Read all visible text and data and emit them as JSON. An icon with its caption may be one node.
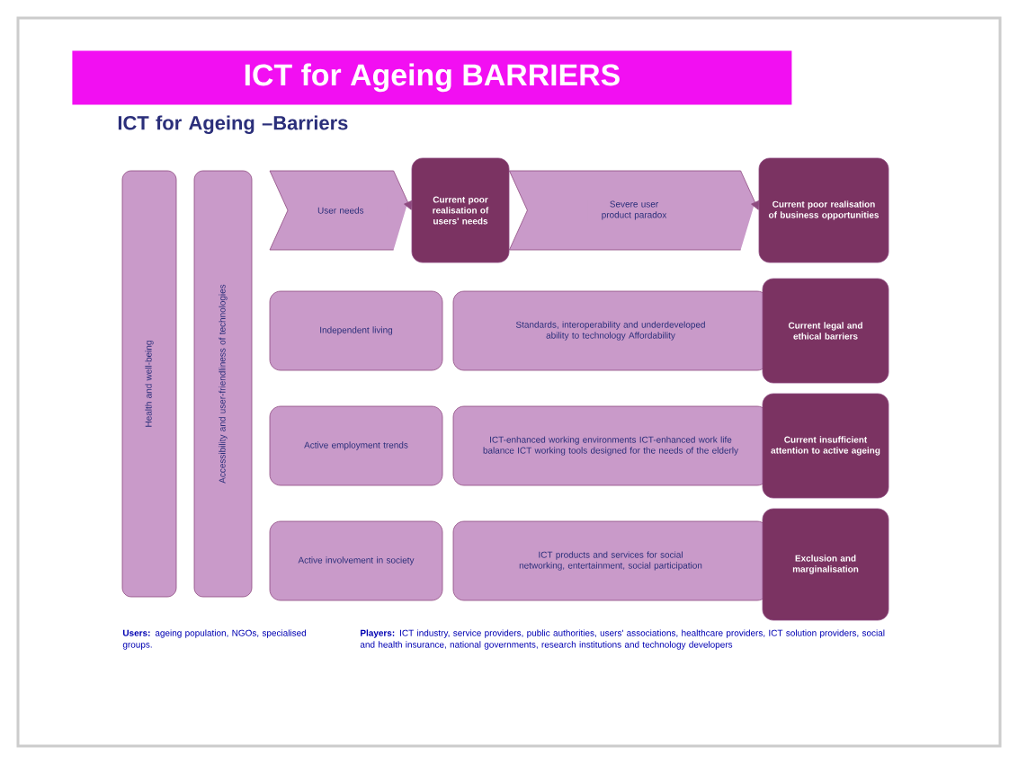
{
  "diagram": {
    "title": "ICT for Ageing BARRIERS",
    "nodes": [
      {
        "text": [
          "Health and well-being"
        ]
      },
      {
        "text": [
          "Accessibility and user-friendliness of technologies"
        ]
      },
      {
        "text": [
          "Current poor realisation of users' needs"
        ]
      },
      {
        "text": [
          "Current poor realisation of business opportunities"
        ]
      },
      {
        "text": [
          "Independent living"
        ]
      },
      {
        "text": [
          "Standards, interoperability and underdeveloped ability to technology Affordability"
        ]
      },
      {
        "text": [
          "Current legal and ethical barriers"
        ]
      },
      {
        "text": [
          "Active employment trends"
        ]
      },
      {
        "text": [
          "ICT-enhanced working environments ICT-enhanced work life balance ICT working tools designed for the needs of the elderly"
        ]
      },
      {
        "text": [
          "Current insufficient attention to active ageing"
        ]
      },
      {
        "text": [
          "Active involvement in society"
        ]
      },
      {
        "text": [
          "ICT products and services for social networking, entertainment, social participation"
        ]
      },
      {
        "text": [
          "Exclusion and marginalisation"
        ]
      }
    ],
    "edges": [
      {
        "from": null,
        "to": 2,
        "arrow": "to",
        "label": "User needs"
      },
      {
        "from": 2,
        "to": 3,
        "arrow": "to",
        "label": "Severe user product paradox"
      }
    ],
    "labels": [
      "ICT for Ageing –Barriers",
      "**Users:** ageing population, NGOs, specialised groups.",
      "**Players:** ICT industry, service providers, public authorities, users' associations, healthcare providers, ICT solution providers, social and health insurance, national governments, research institutions and technology developers"
    ]
  }
}
